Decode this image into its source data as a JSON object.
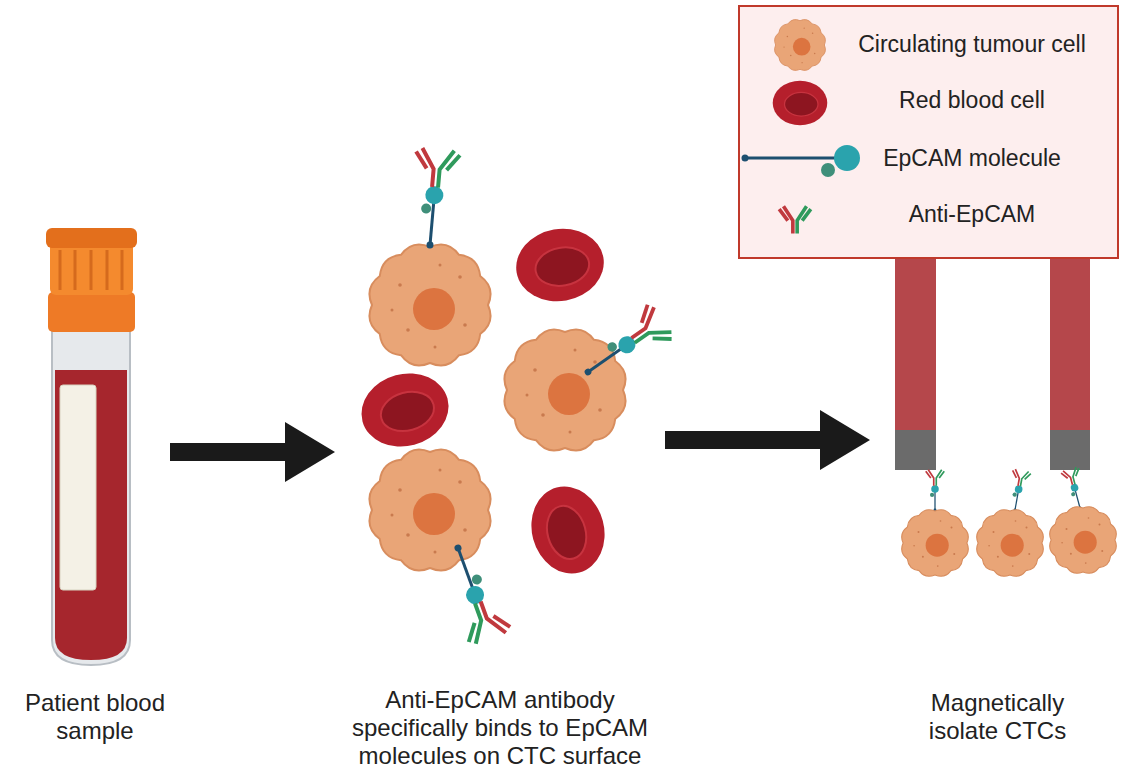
{
  "diagram": {
    "nodes": [
      {
        "text": [
          "Patient blood sample"
        ]
      },
      {
        "text": [
          "Anti-EpCAM antibody specifically binds to EpCAM molecules on CTC surface"
        ]
      },
      {
        "text": [
          "Magnetically isolate CTCs"
        ]
      }
    ],
    "edges": [
      {
        "from": 0,
        "to": 1,
        "arrow": "to"
      },
      {
        "from": 1,
        "to": 2,
        "arrow": "to"
      }
    ],
    "legend": [
      {
        "text": "Circulating tumour cell"
      },
      {
        "text": "Red blood cell"
      },
      {
        "text": "EpCAM molecule"
      },
      {
        "text": "Anti-EpCAM"
      }
    ]
  }
}
